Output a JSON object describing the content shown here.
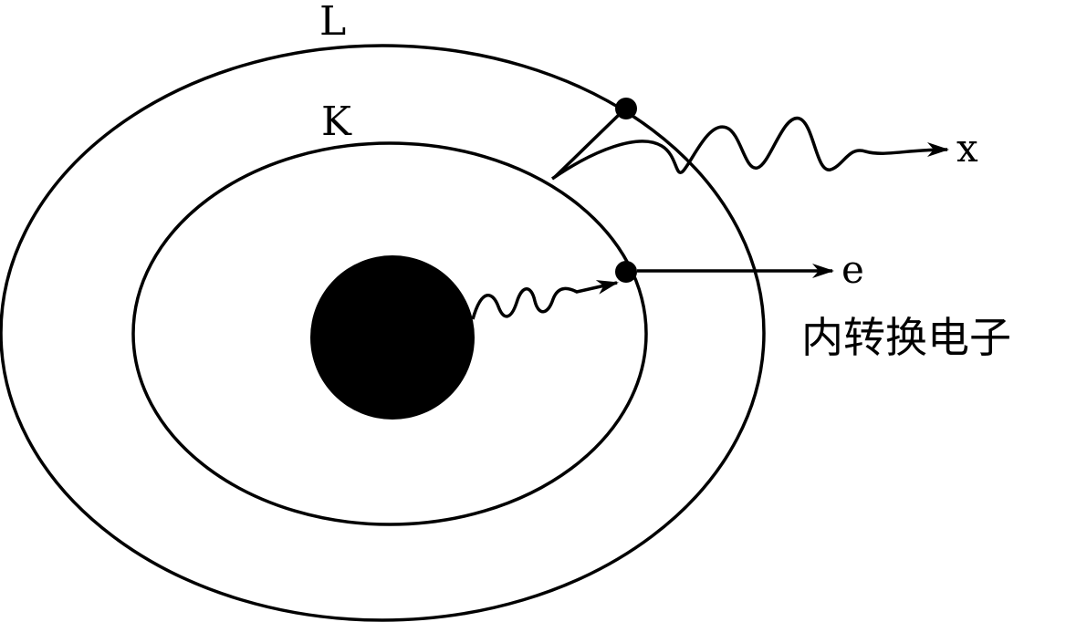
{
  "labels": {
    "shell_outer": "L",
    "shell_inner": "K",
    "photon": "x",
    "electron": "e",
    "caption": "内转换电子"
  },
  "colors": {
    "ink": "#000000",
    "background": "#ffffff"
  }
}
